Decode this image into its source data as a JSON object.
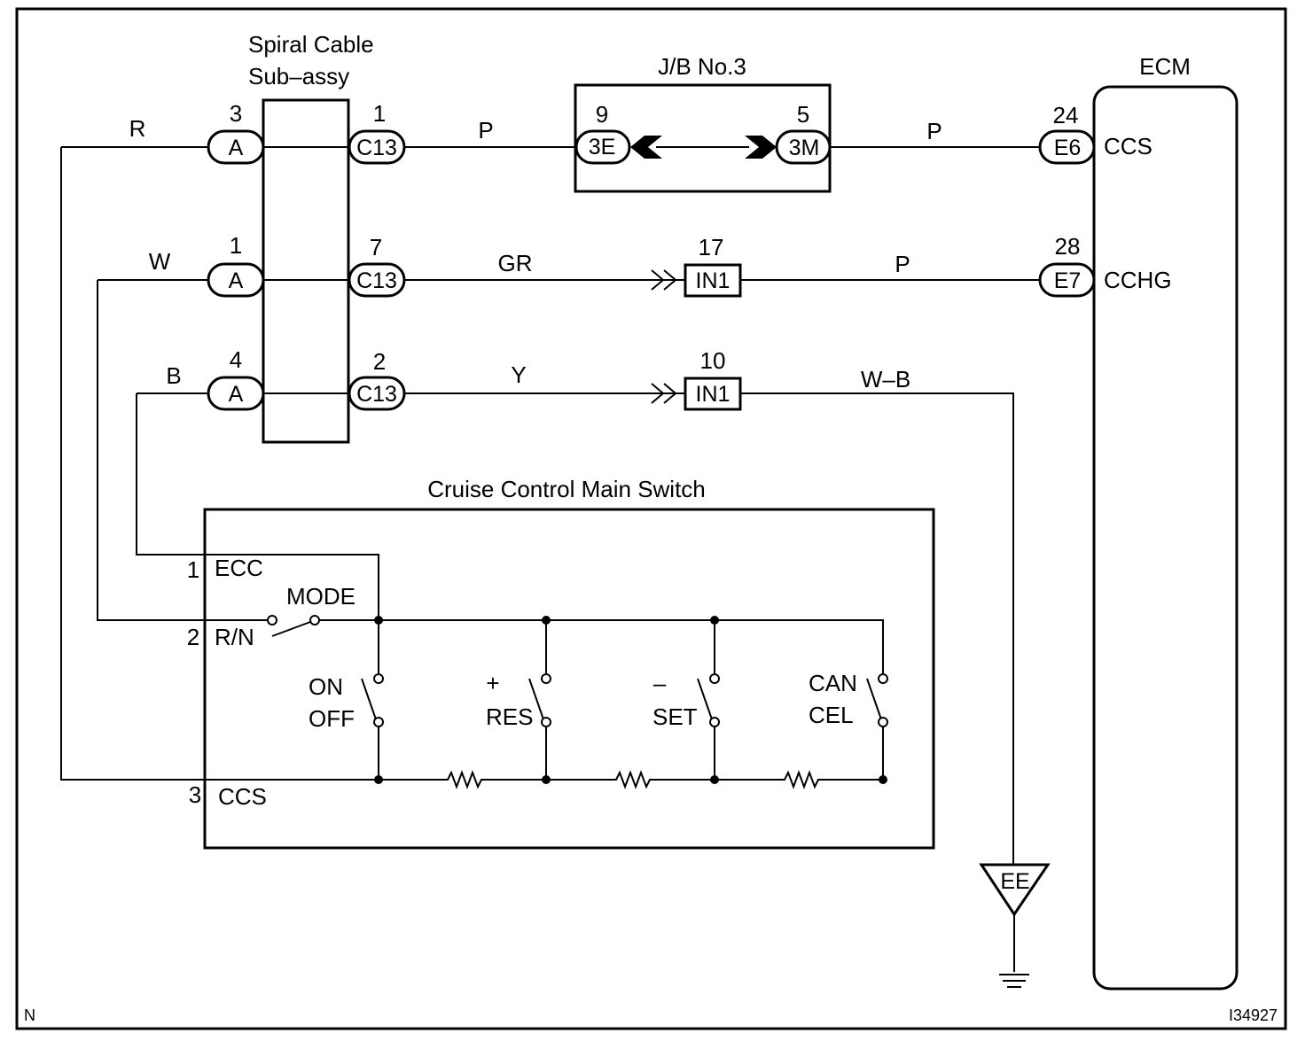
{
  "components": {
    "spiral_cable": {
      "name_line1": "Spiral Cable",
      "name_line2": "Sub–assy"
    },
    "junction_block": {
      "name": "J/B No.3"
    },
    "ecm": {
      "name": "ECM",
      "terminals": [
        "CCS",
        "CCHG"
      ]
    },
    "main_switch": {
      "name": "Cruise Control Main Switch",
      "terminals": [
        {
          "pin": "1",
          "label": "ECC"
        },
        {
          "pin": "2",
          "label": "R/N"
        },
        {
          "pin": "3",
          "label": "CCS"
        }
      ],
      "switches": [
        {
          "top": "MODE",
          "bottom": ""
        },
        {
          "top": "ON",
          "bottom": "OFF"
        },
        {
          "top": "+",
          "bottom": "RES"
        },
        {
          "top": "–",
          "bottom": "SET"
        },
        {
          "top": "CAN",
          "bottom": "CEL"
        }
      ]
    },
    "ground": {
      "label": "EE"
    }
  },
  "connectors": [
    {
      "id": "A",
      "pin": "3"
    },
    {
      "id": "A",
      "pin": "1"
    },
    {
      "id": "A",
      "pin": "4"
    },
    {
      "id": "C13",
      "pin": "1"
    },
    {
      "id": "C13",
      "pin": "7"
    },
    {
      "id": "C13",
      "pin": "2"
    },
    {
      "id": "3E",
      "pin": "9"
    },
    {
      "id": "3M",
      "pin": "5"
    },
    {
      "id": "IN1",
      "pin": "17"
    },
    {
      "id": "IN1",
      "pin": "10"
    },
    {
      "id": "E6",
      "pin": "24"
    },
    {
      "id": "E7",
      "pin": "28"
    }
  ],
  "wire_colors": {
    "r1_left": "R",
    "r1_mid": "P",
    "r1_right": "P",
    "r2_left": "W",
    "r2_mid": "GR",
    "r2_right": "P",
    "r3_left": "B",
    "r3_mid": "Y",
    "r3_right": "W–B"
  },
  "footer": {
    "left": "N",
    "right": "I34927"
  }
}
